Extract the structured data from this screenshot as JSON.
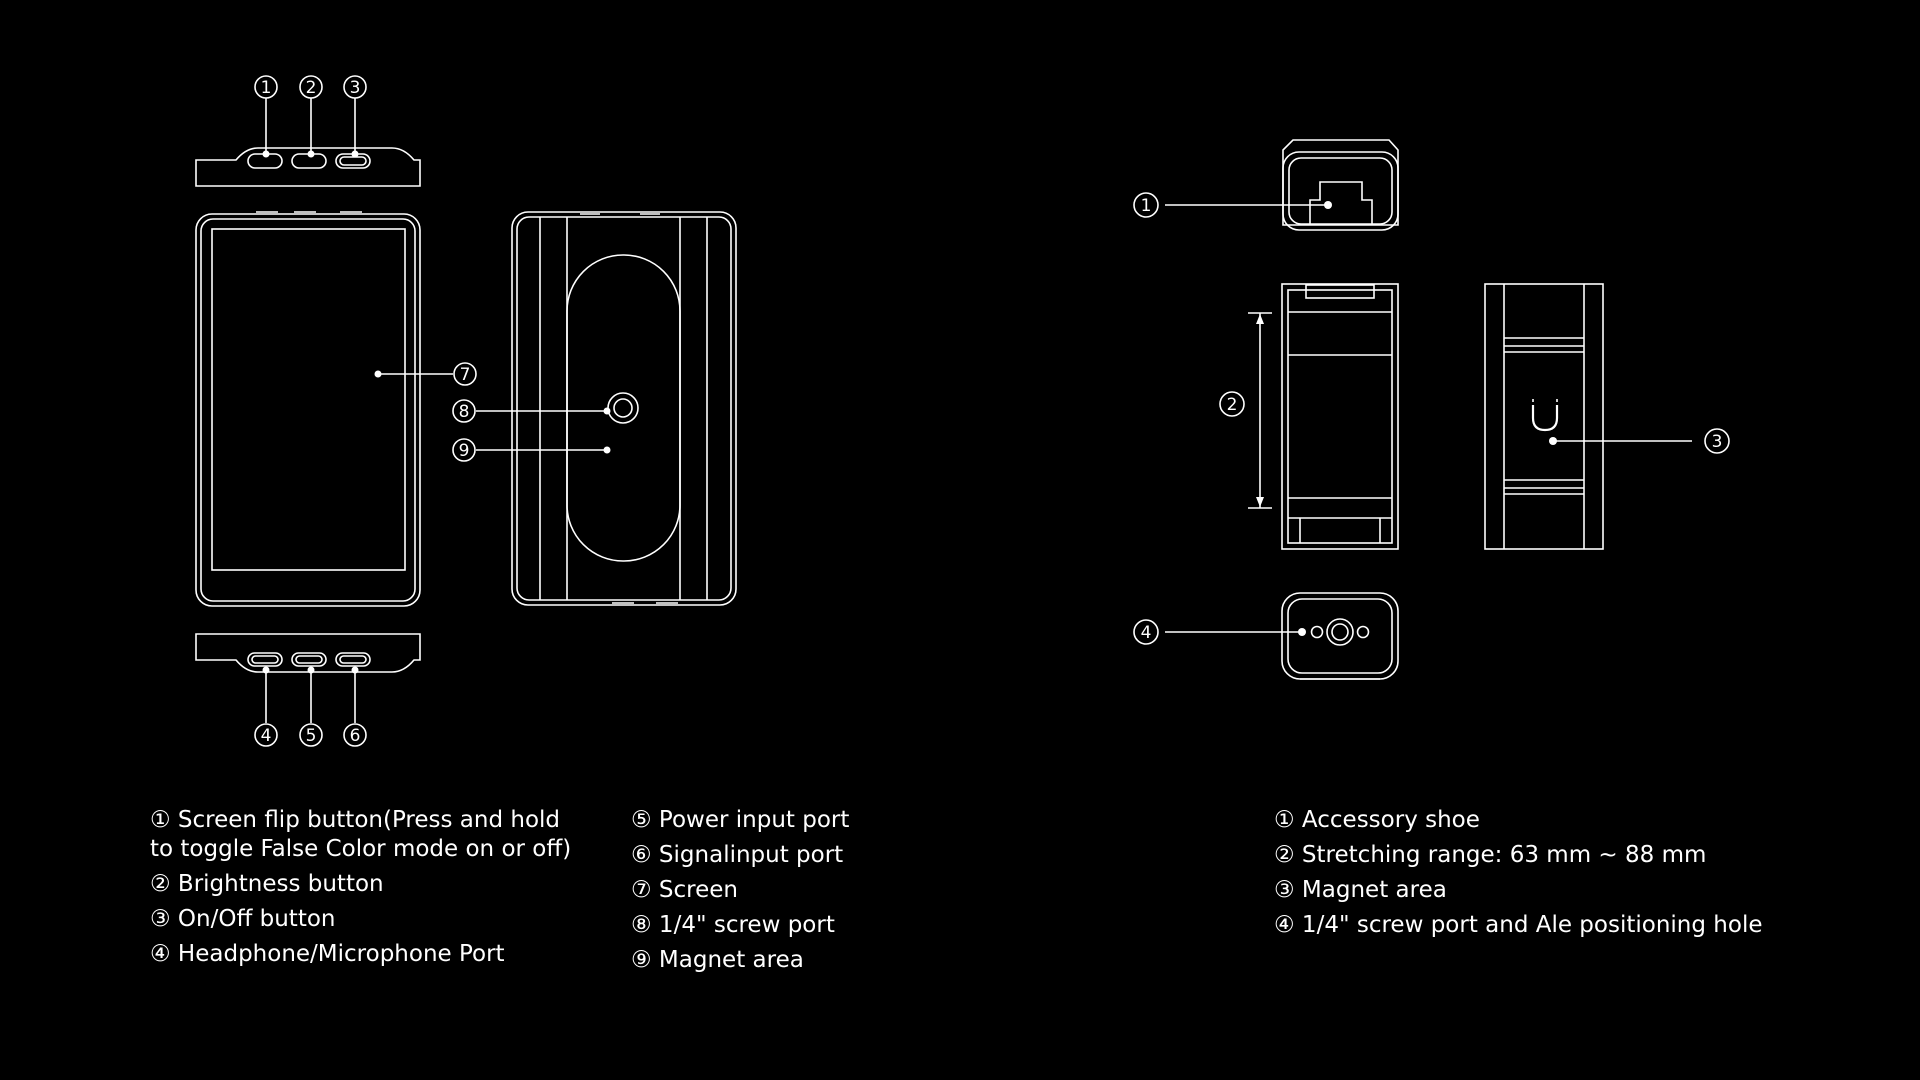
{
  "callouts": {
    "n1": "1",
    "n2": "2",
    "n3": "3",
    "n4": "4",
    "n5": "5",
    "n6": "6",
    "n7": "7",
    "n8": "8",
    "n9": "9"
  },
  "legend_monitor_col1": [
    "① Screen flip button(Press and hold to toggle False Color mode on or off)",
    "② Brightness button",
    "③ On/Off button",
    "④ Headphone/Microphone Port"
  ],
  "legend_monitor_col2": [
    "⑤ Power input port",
    "⑥ Signalinput port",
    "⑦ Screen",
    "⑧ 1/4\" screw port",
    "⑨ Magnet area"
  ],
  "legend_mount": [
    "① Accessory shoe",
    "② Stretching range: 63 mm ~ 88 mm",
    "③ Magnet area",
    "④ 1/4\" screw port and Ale positioning hole"
  ],
  "colors": {
    "background": "#000000",
    "line": "#ffffff"
  }
}
